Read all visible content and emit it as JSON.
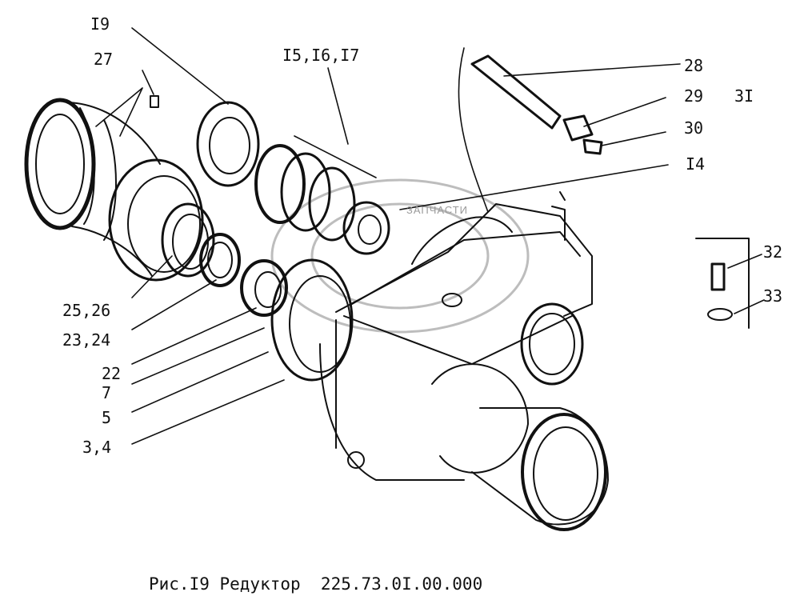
{
  "figure": {
    "caption": "Рис.I9 Редуктор  225.73.0I.00.000",
    "watermark": [
      "ЗАПЧАСТИ"
    ]
  },
  "callouts": {
    "c19": "I9",
    "c27": "27",
    "c15": "I5,I6,I7",
    "c28": "28",
    "c29": "29",
    "c31": "3I",
    "c30": "30",
    "c14": "I4",
    "c32": "32",
    "c33": "33",
    "c25": "25,26",
    "c23": "23,24",
    "c22": "22",
    "c7": "7",
    "c5": "5",
    "c3": "3,4"
  }
}
